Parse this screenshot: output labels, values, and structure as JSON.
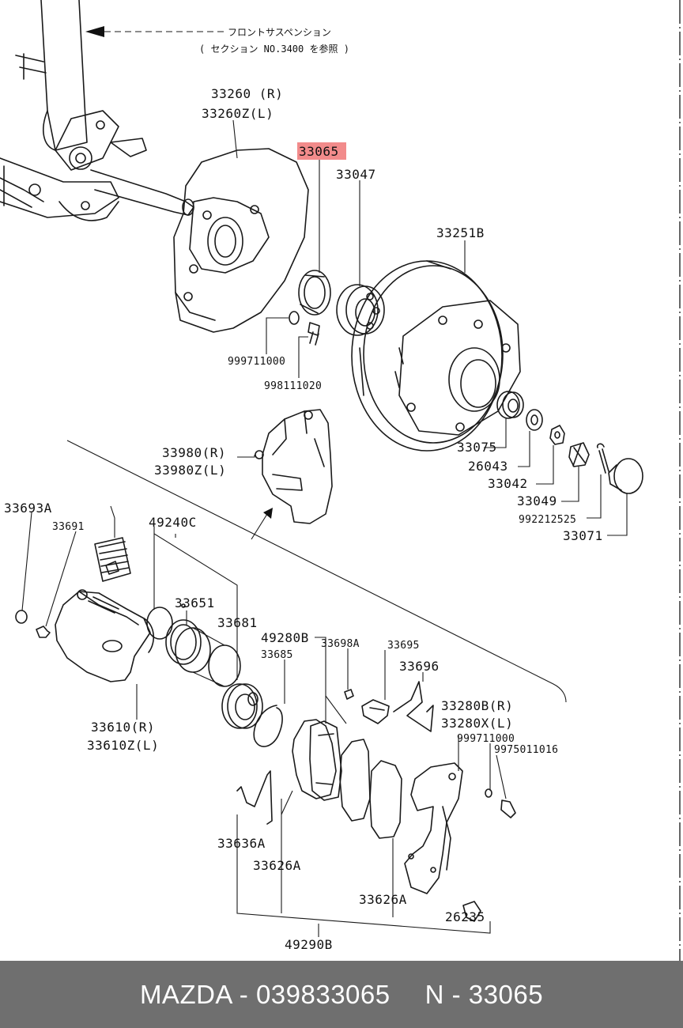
{
  "notes": {
    "front_suspension": "フロントサスペンション",
    "section_ref": "( セクション NO.3400 を参照 )"
  },
  "highlighted_part": "33065",
  "parts": {
    "p33260": "33260 (R)",
    "p33260z": "33260Z(L)",
    "p33065": "33065",
    "p33047": "33047",
    "p33251b": "33251B",
    "p999711000_a": "999711000",
    "p998111020": "998111020",
    "p33075": "33075",
    "p26043": "26043",
    "p33042": "33042",
    "p33049": "33049",
    "p992212525": "992212525",
    "p33071": "33071",
    "p33980": "33980(R)",
    "p33980z": "33980Z(L)",
    "p33693a": "33693A",
    "p33691": "33691",
    "p49240c": "49240C",
    "p33651": "33651",
    "p33681": "33681",
    "p49280b": "49280B",
    "p33685": "33685",
    "p33698a": "33698A",
    "p33695": "33695",
    "p33696": "33696",
    "p33280b": "33280B(R)",
    "p33280x": "33280X(L)",
    "p999711000_b": "999711000",
    "p9975011016": "9975011016",
    "p33610": "33610(R)",
    "p33610z": "33610Z(L)",
    "p33636a": "33636A",
    "p33626a_1": "33626A",
    "p33626a_2": "33626A",
    "p26235": "26235",
    "p49290b": "49290B"
  },
  "footer": {
    "brand_part": "MAZDA - 039833065",
    "ref": "N - 33065",
    "background": "#6f6f6f",
    "text_color": "#ffffff"
  }
}
